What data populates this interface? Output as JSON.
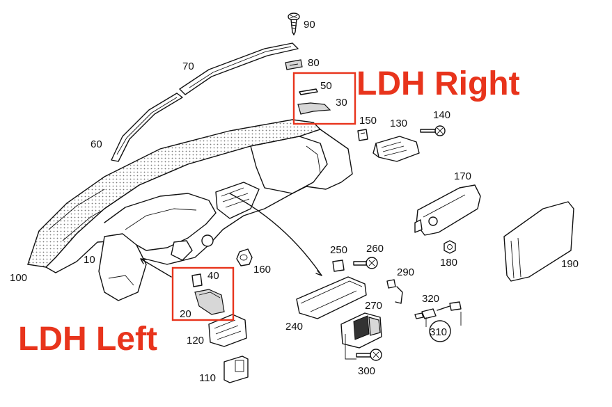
{
  "callouts": {
    "right_label": "LDH Right",
    "left_label": "LDH Left",
    "color": "#e8341c"
  },
  "part_numbers": {
    "p10": "10",
    "p20": "20",
    "p30": "30",
    "p40": "40",
    "p50": "50",
    "p60": "60",
    "p70": "70",
    "p80": "80",
    "p90": "90",
    "p100": "100",
    "p110": "110",
    "p120": "120",
    "p130": "130",
    "p140": "140",
    "p150": "150",
    "p160": "160",
    "p170": "170",
    "p180": "180",
    "p190": "190",
    "p240": "240",
    "p250": "250",
    "p260": "260",
    "p270": "270",
    "p290": "290",
    "p300": "300",
    "p310": "310",
    "p320": "320"
  }
}
